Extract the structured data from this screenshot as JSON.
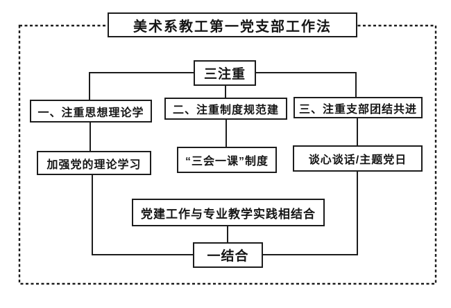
{
  "diagram": {
    "title": "美术系教工第一党支部工作法",
    "top_node": "三注重",
    "branches": [
      {
        "heading": "一、注重思想理论学",
        "detail": "加强党的理论学习"
      },
      {
        "heading": "二、注重制度规范建",
        "detail": "“三会一课”制度"
      },
      {
        "heading": "三、注重支部团结共进",
        "detail": "谈心谈话/主题党日"
      }
    ],
    "integration": "党建工作与专业教学实践相结合",
    "bottom_node": "一结合",
    "colors": {
      "line": "#1c1c1c",
      "background": "#ffffff",
      "box_fill": "#ffffff"
    }
  }
}
